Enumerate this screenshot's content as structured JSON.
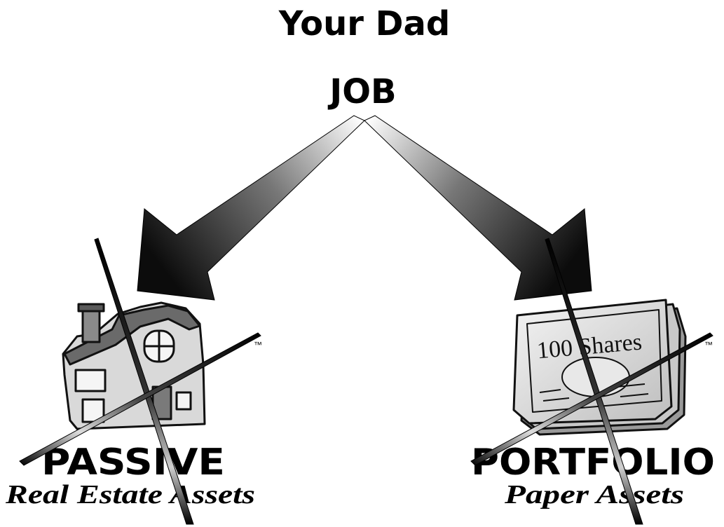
{
  "title": "Your Dad",
  "source": {
    "label": "JOB"
  },
  "left": {
    "heading": "PASSIVE",
    "subheading": "Real Estate Assets",
    "trademark": "™",
    "image": "house-icon"
  },
  "right": {
    "heading": "PORTFOLIO",
    "subheading": "Paper Assets",
    "trademark": "™",
    "image": "stock-certificates-icon",
    "certificate_text": "100 Shares"
  },
  "colors": {
    "ink": "#000000",
    "background": "#ffffff",
    "arrow_light": "#ffffff",
    "arrow_dark": "#111111"
  },
  "status": {
    "left_crossed_out": true,
    "right_crossed_out": true
  }
}
